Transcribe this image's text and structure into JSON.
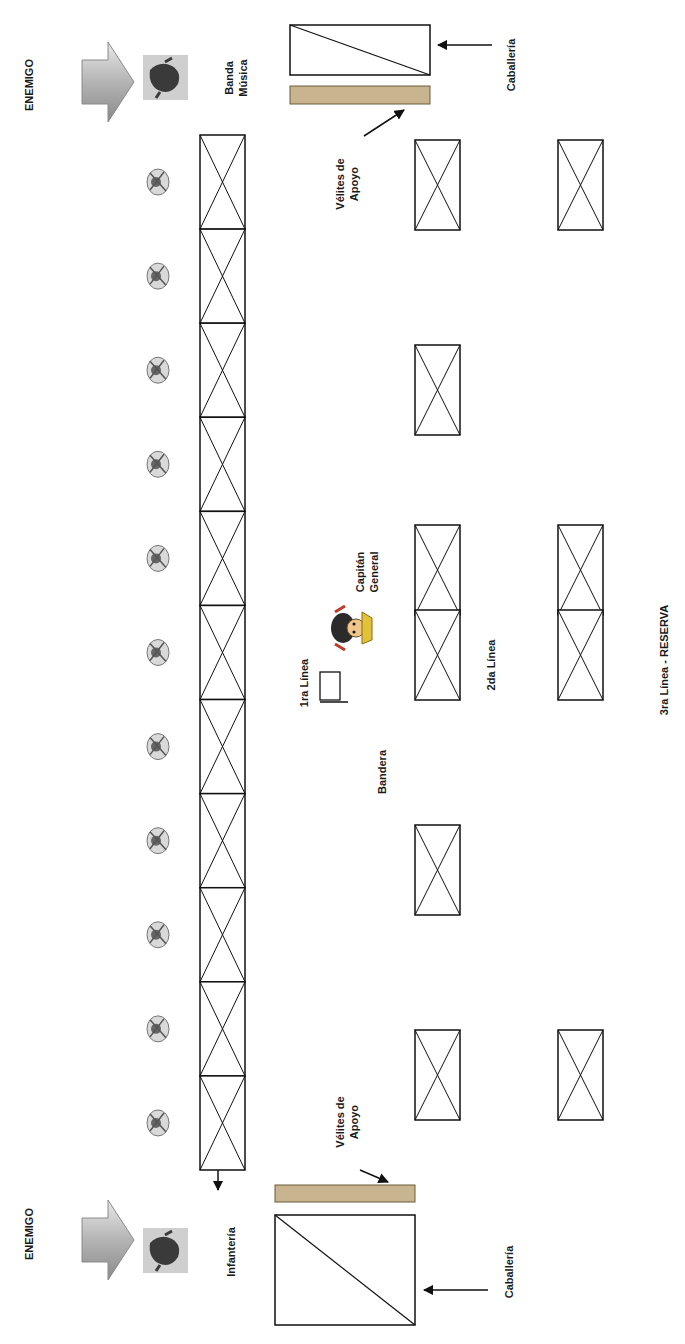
{
  "diagram": {
    "labels": [
      "ENEMIGO",
      "Banda Música",
      "Caballería",
      "Vélites de Apoyo",
      "1ra Línea",
      "Capitán General",
      "Bandera",
      "2da Línea",
      "3ra Línea - RESERVA",
      "ENEMIGO",
      "Infantería",
      "Vélites de Apoyo",
      "Caballería"
    ]
  }
}
